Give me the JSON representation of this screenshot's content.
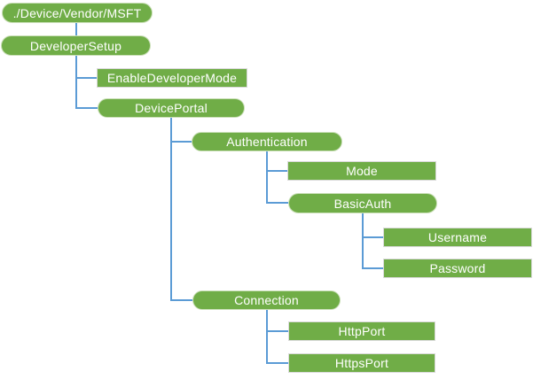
{
  "diagram": {
    "type": "tree",
    "colors": {
      "node_fill": "#70AD47",
      "node_text": "#FFFFFF",
      "connector": "#5B9BD5",
      "rect_border": "#D9D9D9",
      "pill_border": "#CADFB8"
    },
    "nodes": [
      {
        "id": "root",
        "label": "./Device/Vendor/MSFT",
        "shape": "pill",
        "parent": null
      },
      {
        "id": "developersetup",
        "label": "DeveloperSetup",
        "shape": "pill",
        "parent": "root"
      },
      {
        "id": "enabledevelopermode",
        "label": "EnableDeveloperMode",
        "shape": "rect",
        "parent": "developersetup"
      },
      {
        "id": "deviceportal",
        "label": "DevicePortal",
        "shape": "pill",
        "parent": "developersetup"
      },
      {
        "id": "authentication",
        "label": "Authentication",
        "shape": "pill",
        "parent": "deviceportal"
      },
      {
        "id": "mode",
        "label": "Mode",
        "shape": "rect",
        "parent": "authentication"
      },
      {
        "id": "basicauth",
        "label": "BasicAuth",
        "shape": "pill",
        "parent": "authentication"
      },
      {
        "id": "username",
        "label": "Username",
        "shape": "rect",
        "parent": "basicauth"
      },
      {
        "id": "password",
        "label": "Password",
        "shape": "rect",
        "parent": "basicauth"
      },
      {
        "id": "connection",
        "label": "Connection",
        "shape": "pill",
        "parent": "deviceportal"
      },
      {
        "id": "httpport",
        "label": "HttpPort",
        "shape": "rect",
        "parent": "connection"
      },
      {
        "id": "httpsport",
        "label": "HttpsPort",
        "shape": "rect",
        "parent": "connection"
      }
    ]
  }
}
